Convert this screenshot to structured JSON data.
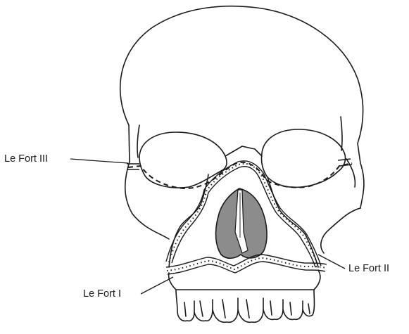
{
  "labels": {
    "le_fort_iii": "Le Fort III",
    "le_fort_ii": "Le Fort II",
    "le_fort_i": "Le Fort I"
  },
  "colors": {
    "outline": "#1a1a1a",
    "nasal_cavity_fill": "#8c8c8c",
    "background": "#ffffff"
  }
}
